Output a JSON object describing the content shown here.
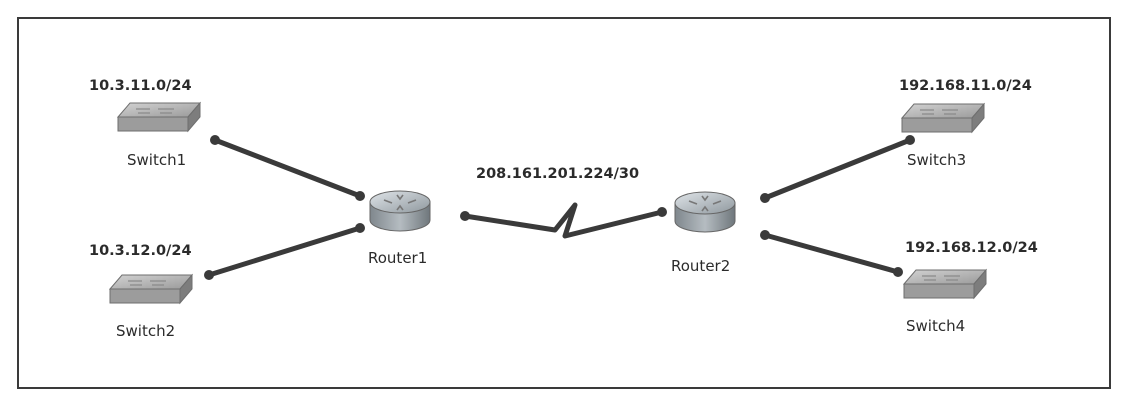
{
  "diagram": {
    "networks": {
      "sw1_net": "10.3.11.0/24",
      "sw2_net": "10.3.12.0/24",
      "wan_net": "208.161.201.224/30",
      "sw3_net": "192.168.11.0/24",
      "sw4_net": "192.168.12.0/24"
    },
    "devices": {
      "switch1": "Switch1",
      "switch2": "Switch2",
      "switch3": "Switch3",
      "switch4": "Switch4",
      "router1": "Router1",
      "router2": "Router2"
    }
  },
  "colors": {
    "link": "#3a3a3a",
    "switch_body": "#a9a9a9",
    "router_body": "#9ea7ad",
    "border": "#3a3a3a"
  }
}
